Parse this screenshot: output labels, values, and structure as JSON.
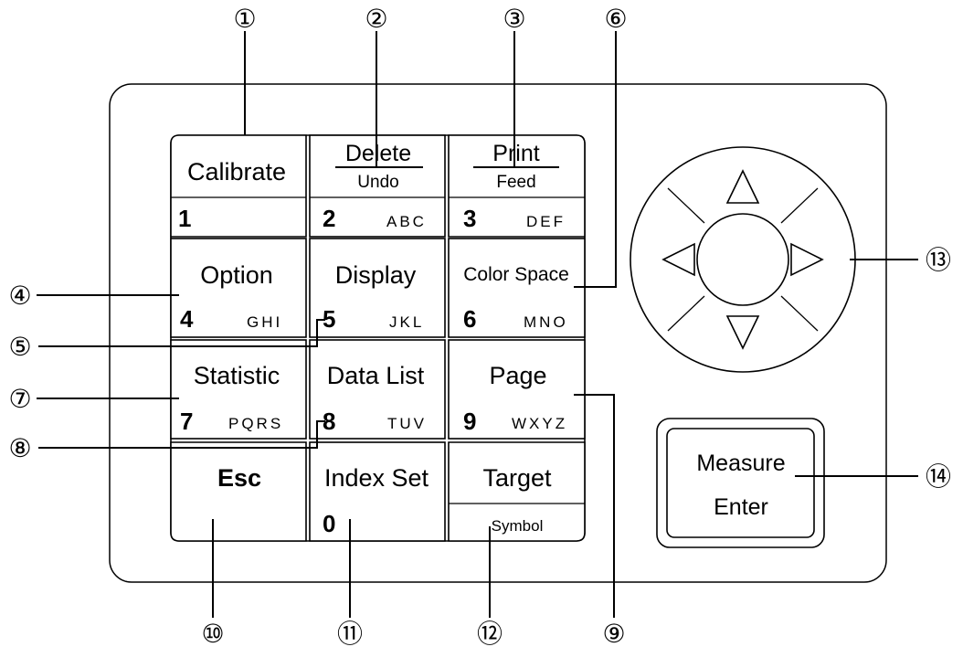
{
  "keys": [
    {
      "id": "calibrate",
      "label": "Calibrate",
      "num": "1",
      "letters": ""
    },
    {
      "id": "delete",
      "top": "Delete",
      "bottom": "Undo",
      "num": "2",
      "letters": "ABC"
    },
    {
      "id": "print",
      "top": "Print",
      "bottom": "Feed",
      "num": "3",
      "letters": "DEF"
    },
    {
      "id": "option",
      "label": "Option",
      "num": "4",
      "letters": "GHI"
    },
    {
      "id": "display",
      "label": "Display",
      "num": "5",
      "letters": "JKL"
    },
    {
      "id": "colorspace",
      "label": "Color Space",
      "num": "6",
      "letters": "MNO"
    },
    {
      "id": "statistic",
      "label": "Statistic",
      "num": "7",
      "letters": "PQRS"
    },
    {
      "id": "datalist",
      "label": "Data List",
      "num": "8",
      "letters": "TUV"
    },
    {
      "id": "page",
      "label": "Page",
      "num": "9",
      "letters": "WXYZ"
    },
    {
      "id": "esc",
      "label": "Esc"
    },
    {
      "id": "indexset",
      "label": "Index Set",
      "num": "0"
    },
    {
      "id": "target",
      "label": "Target",
      "sub": "Symbol"
    }
  ],
  "measure": {
    "line1": "Measure",
    "line2": "Enter"
  },
  "callouts": [
    "①",
    "②",
    "③",
    "④",
    "⑤",
    "⑥",
    "⑦",
    "⑧",
    "⑨",
    "⑩",
    "⑪",
    "⑫",
    "⑬",
    "⑭"
  ]
}
